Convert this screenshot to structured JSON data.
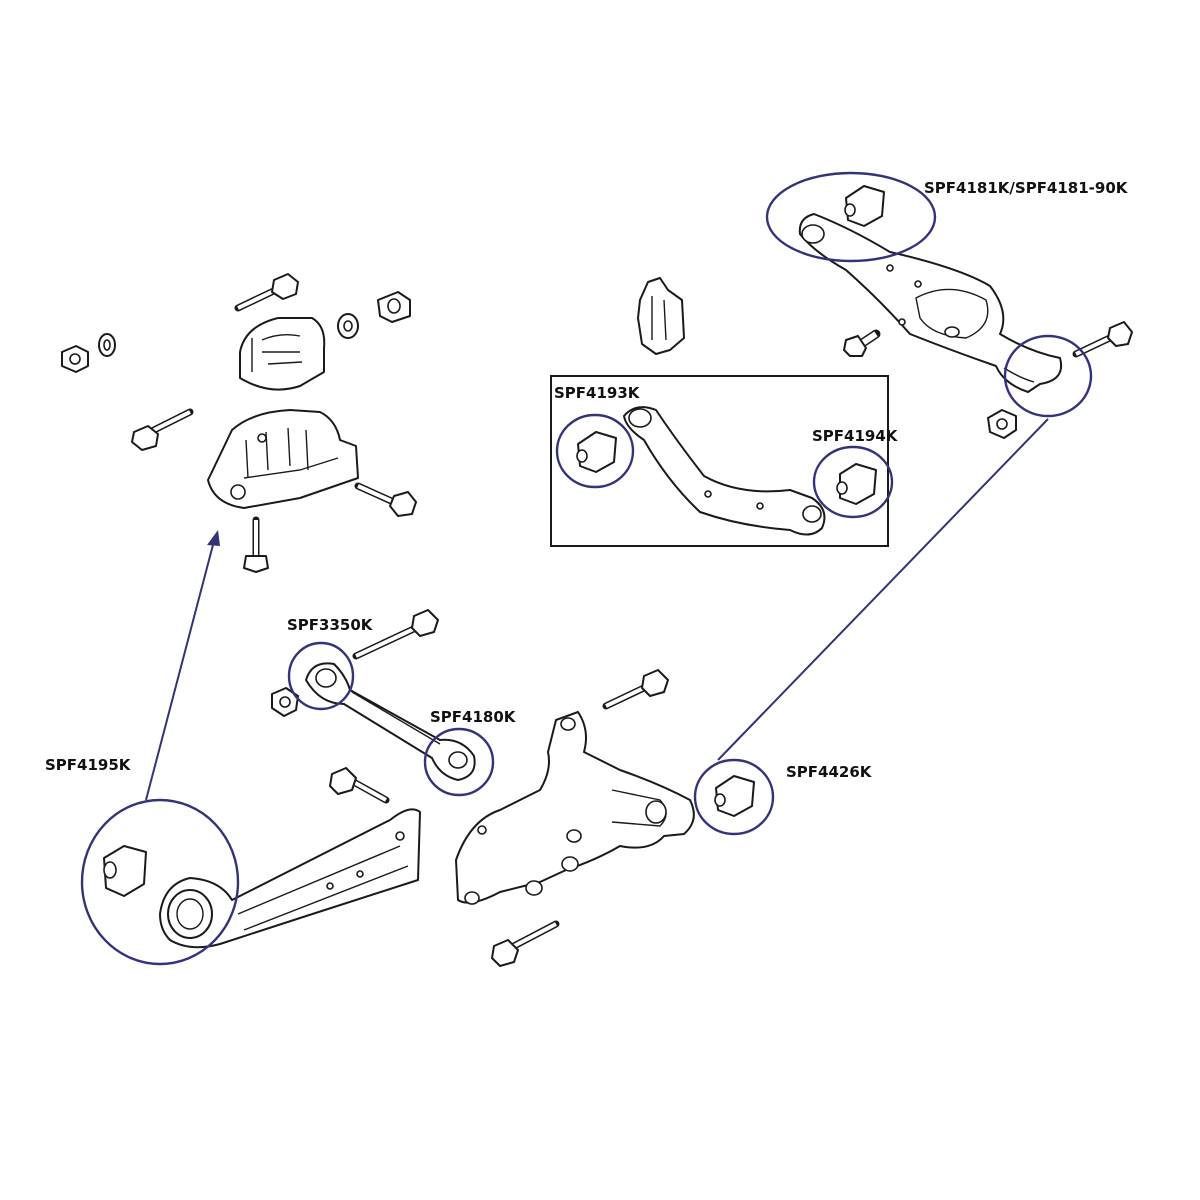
{
  "diagram": {
    "accent_color": "#33337a",
    "labels": {
      "spf4181k": "SPF4181K/SPF4181-90K",
      "spf4193k": "SPF4193K",
      "spf4194k": "SPF4194K",
      "spf3350k": "SPF3350K",
      "spf4180k": "SPF4180K",
      "spf4195k": "SPF4195K",
      "spf4426k": "SPF4426K"
    }
  }
}
